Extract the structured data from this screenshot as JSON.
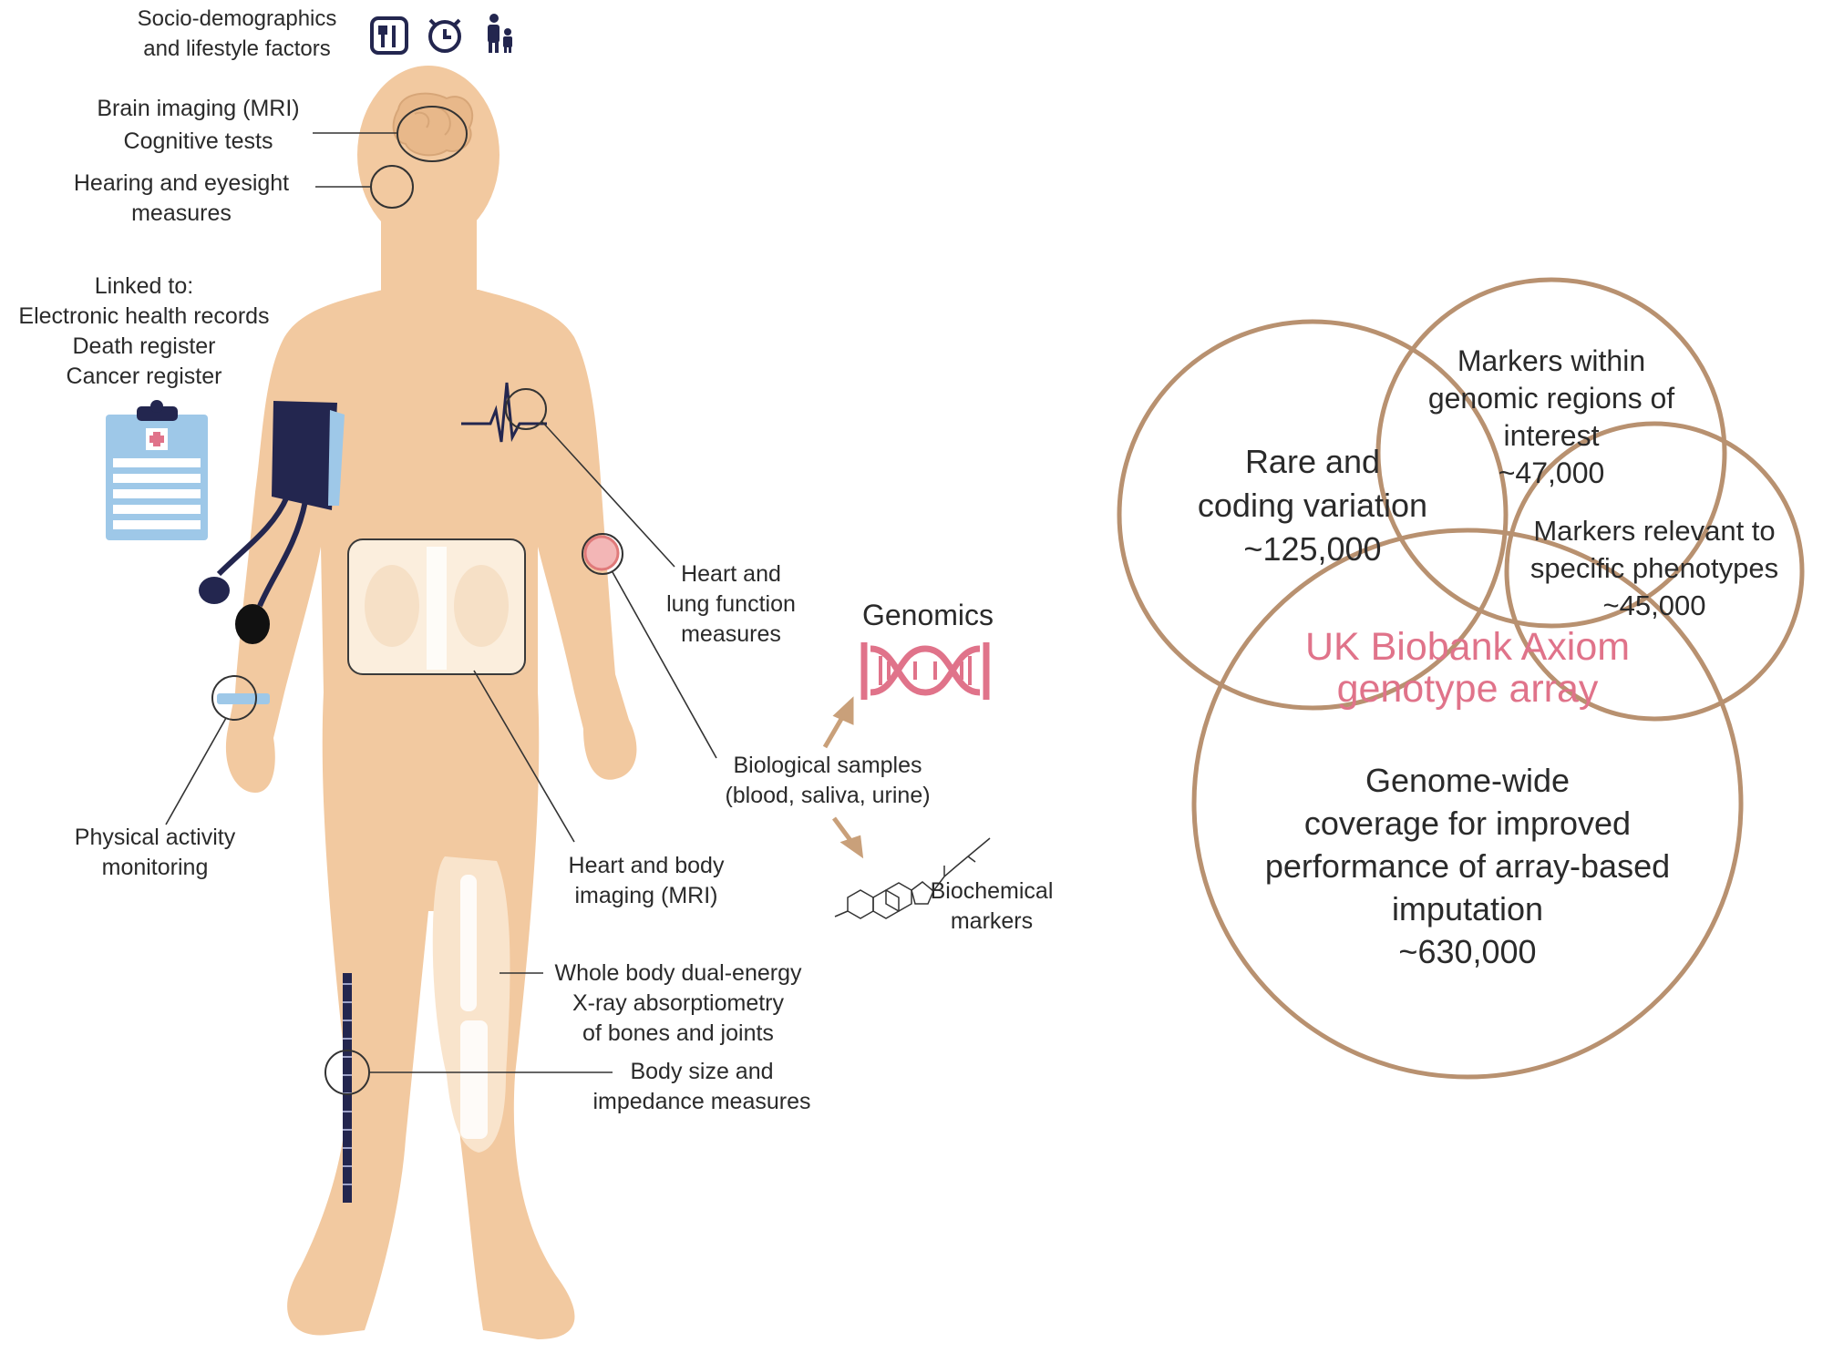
{
  "labels": {
    "socio": [
      "Socio-demographics",
      "and  lifestyle factors"
    ],
    "brain": [
      "Brain imaging (MRI)",
      "Cognitive tests"
    ],
    "hearing": [
      "Hearing and eyesight",
      "measures"
    ],
    "linked": [
      "Linked to:",
      "Electronic health records",
      "Death register",
      "Cancer register"
    ],
    "heart_lung": [
      "Heart and",
      "lung function",
      "measures"
    ],
    "genomics": "Genomics",
    "bio_samples": [
      "Biological samples",
      "(blood, saliva, urine)"
    ],
    "biochemical": [
      "Biochemical",
      "markers"
    ],
    "physical": [
      "Physical activity",
      "monitoring"
    ],
    "heart_body": [
      "Heart and body",
      "imaging (MRI)"
    ],
    "dexa": [
      "Whole body dual-energy",
      "X-ray absorptiometry",
      "of bones and joints"
    ],
    "body_size": [
      "Body size and",
      "impedance measures"
    ]
  },
  "venn": {
    "rare": [
      "Rare and",
      "coding variation",
      "~125,000"
    ],
    "genomic_regions": [
      "Markers within",
      "genomic regions of",
      "interest",
      "~47,000"
    ],
    "phenotypes": [
      "Markers relevant to",
      "specific phenotypes",
      "~45,000"
    ],
    "center": [
      "UK Biobank Axiom",
      "genotype array"
    ],
    "genome_wide": [
      "Genome-wide",
      "coverage for improved",
      "performance of array-based",
      "imputation",
      "~630,000"
    ]
  },
  "icons": [
    "cutlery-icon",
    "alarm-clock-icon",
    "parent-child-icon",
    "clipboard-icon",
    "blood-pressure-cuff-icon",
    "ecg-icon",
    "dna-icon",
    "steroid-molecule-icon",
    "measuring-rod-icon"
  ],
  "colors": {
    "skin": "#f2c9a0",
    "circle_stroke": "#b89170",
    "accent_pink": "#e0738a",
    "navy": "#23264f",
    "clipboard_blue": "#9ec8e8",
    "arrow": "#c9a07a"
  }
}
